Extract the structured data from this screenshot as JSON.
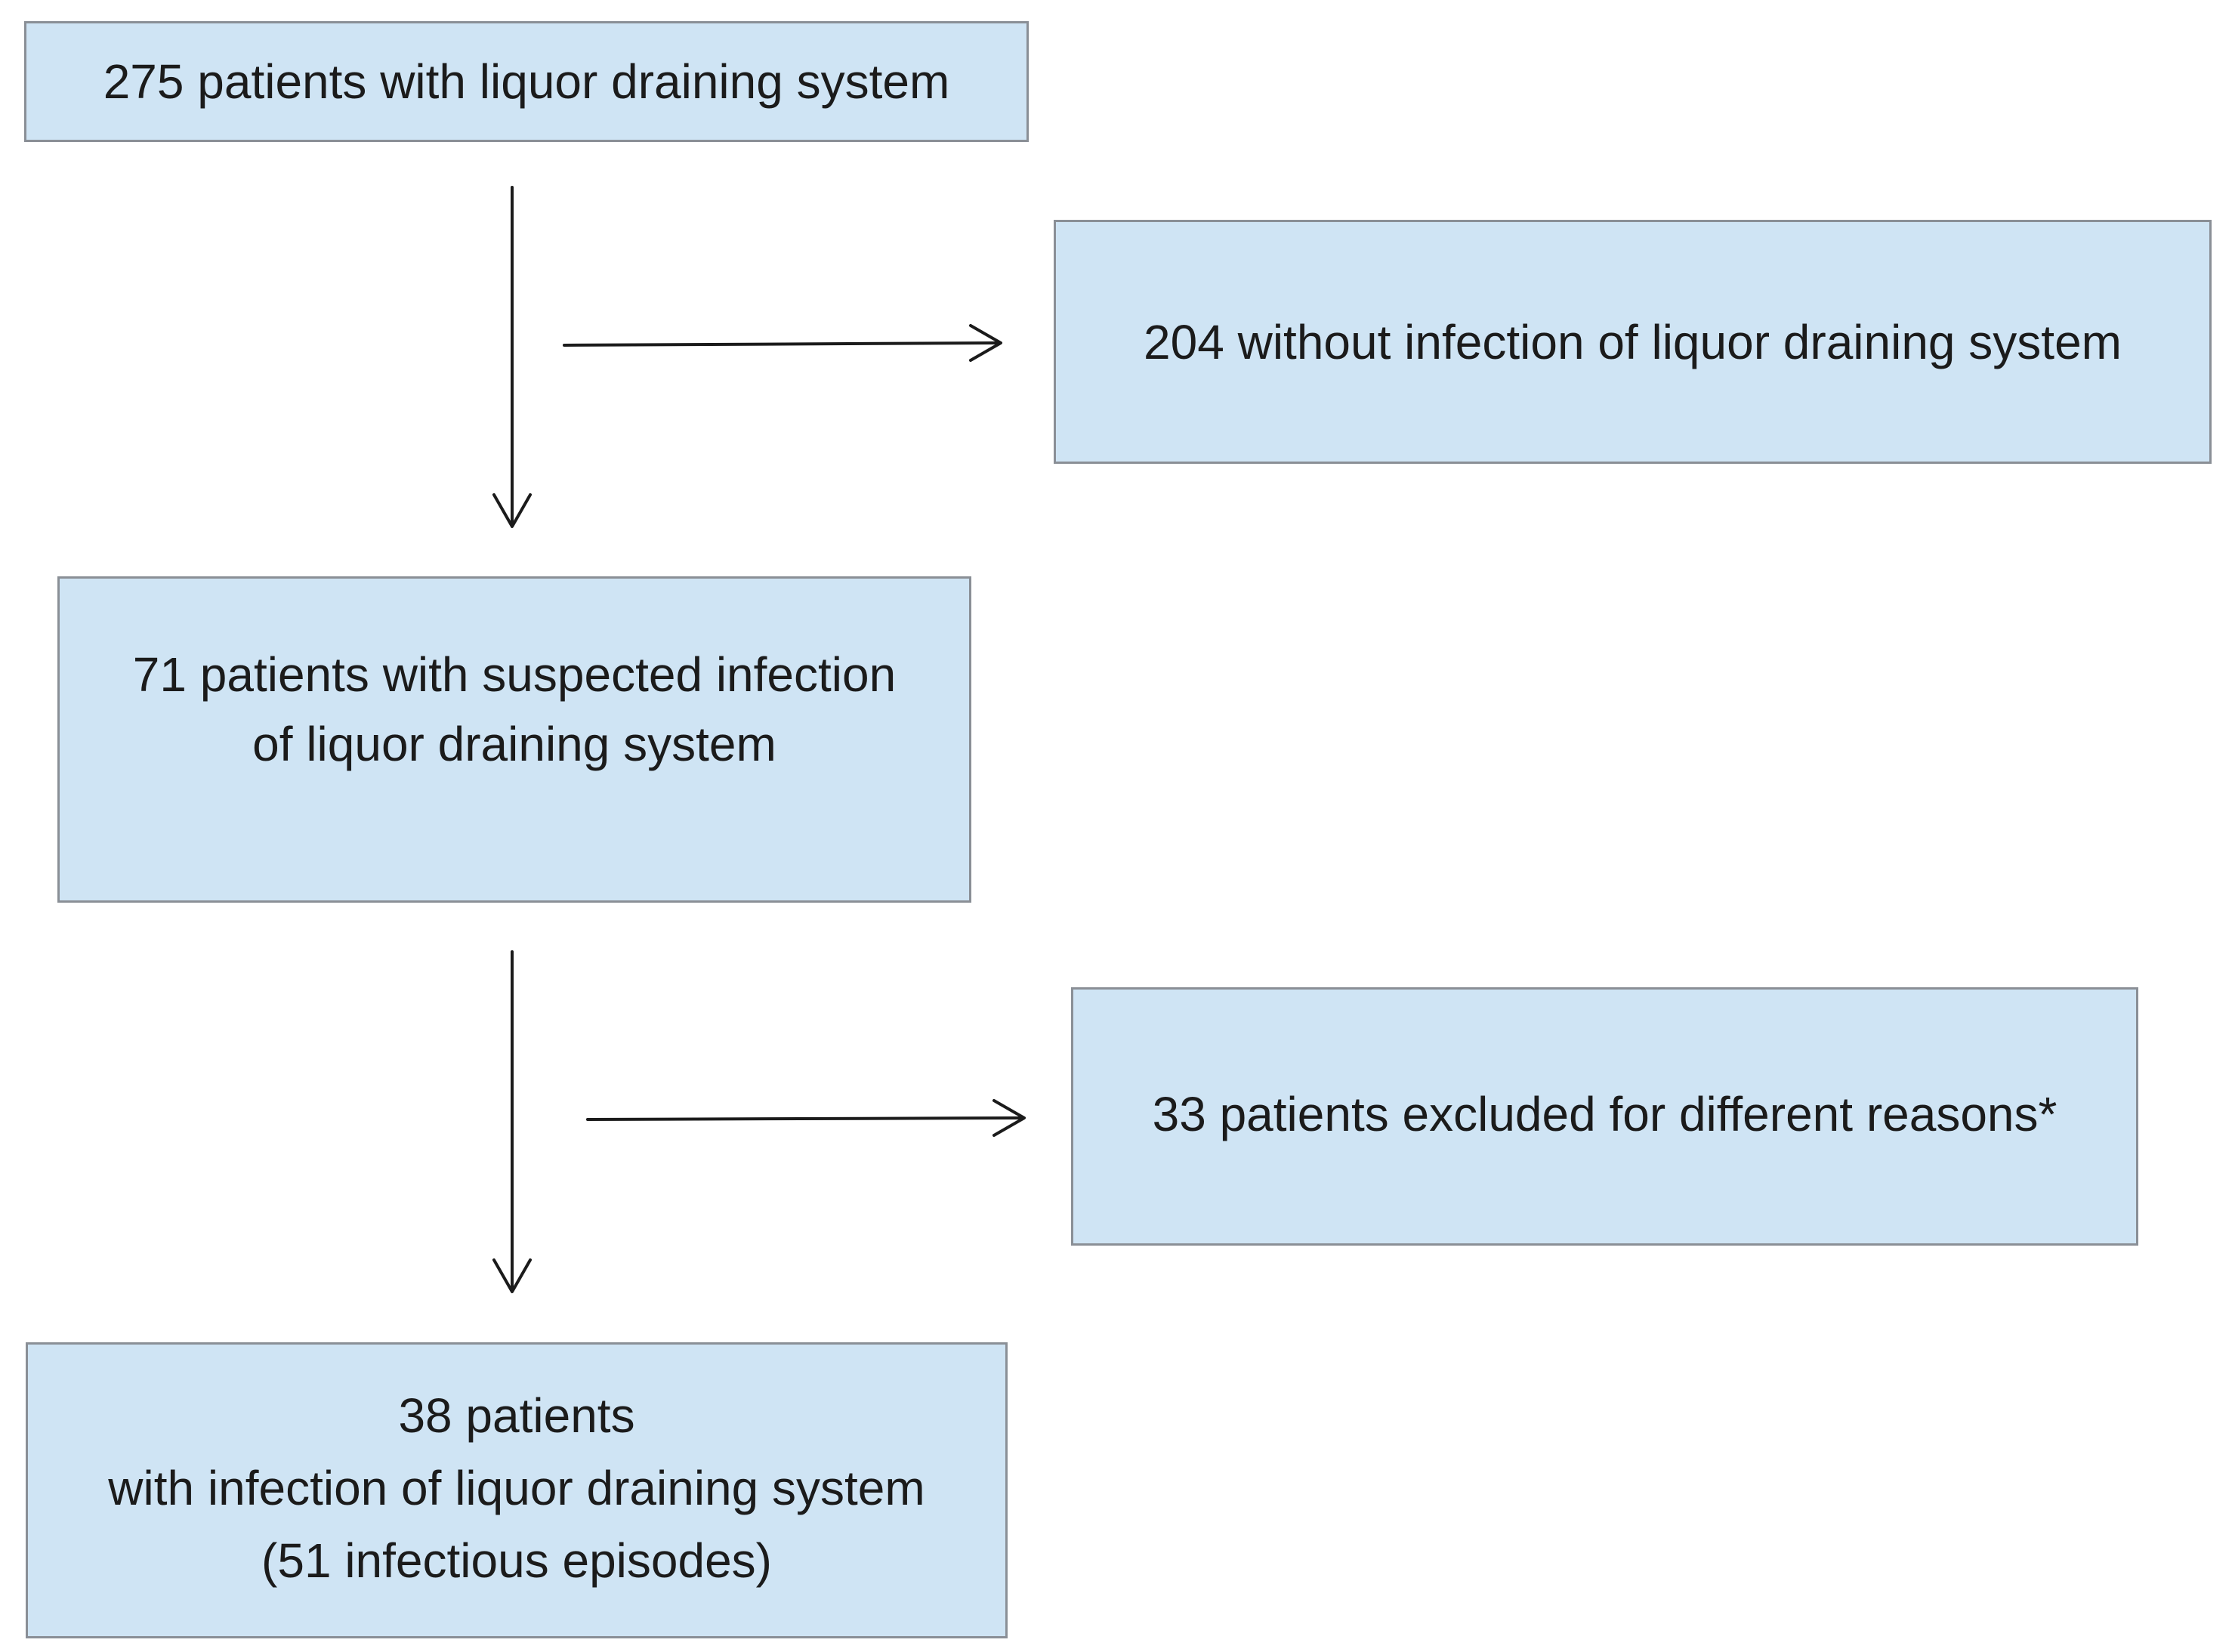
{
  "flowchart": {
    "box_start": {
      "lines": [
        "275 patients with liquor draining system"
      ]
    },
    "box_no_infection": {
      "lines": [
        "204 without infection of liquor draining system"
      ]
    },
    "box_suspected": {
      "lines": [
        "71 patients with suspected infection",
        "of liquor draining system"
      ]
    },
    "box_excluded": {
      "lines": [
        "33 patients excluded for different reasons*"
      ]
    },
    "box_infected": {
      "lines": [
        "38 patients",
        "with infection of liquor draining system",
        "(51 infectious episodes)"
      ]
    }
  },
  "colors": {
    "box_fill": "#cfe4f4",
    "box_border": "#8a8f96",
    "arrow": "#1b1b1b",
    "background": "#ffffff"
  }
}
